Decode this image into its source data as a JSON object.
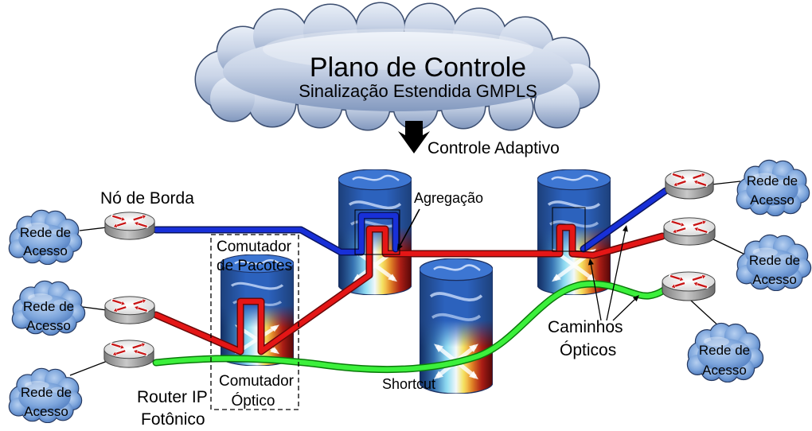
{
  "control_plane": {
    "title": "Plano de Controle",
    "subtitle": "Sinalização Estendida GMPLS"
  },
  "labels": {
    "adaptive_control": "Controle Adaptivo",
    "edge_node": "Nó de Borda",
    "aggregation": "Agregação",
    "packet_switch": [
      "Comutador",
      "de Pacotes"
    ],
    "optical_switch": [
      "Comutador",
      "Óptico"
    ],
    "photonic_router": [
      "Router IP",
      "Fotônico"
    ],
    "shortcut": "Shortcut",
    "optical_paths": [
      "Caminhos",
      "Ópticos"
    ]
  },
  "access_networks": [
    {
      "label": [
        "Rede de",
        "Acesso"
      ]
    },
    {
      "label": [
        "Rede de",
        "Acesso"
      ]
    },
    {
      "label": [
        "Rede de",
        "Acesso"
      ]
    },
    {
      "label": [
        "Rede de",
        "Acesso"
      ]
    },
    {
      "label": [
        "Rede de",
        "Acesso"
      ]
    },
    {
      "label": [
        "Rede de",
        "Acesso"
      ]
    }
  ],
  "colors": {
    "blue_path": "#1830d8",
    "red_path": "#e41616",
    "green_path": "#3cf03c",
    "control_cloud": "#b9c7de",
    "access_cloud": "#6f9bd6"
  },
  "icons": {
    "router": "router-icon",
    "optical_switch": "optical-switch-icon",
    "cloud": "cloud-icon",
    "arrow": "arrow-icon"
  }
}
